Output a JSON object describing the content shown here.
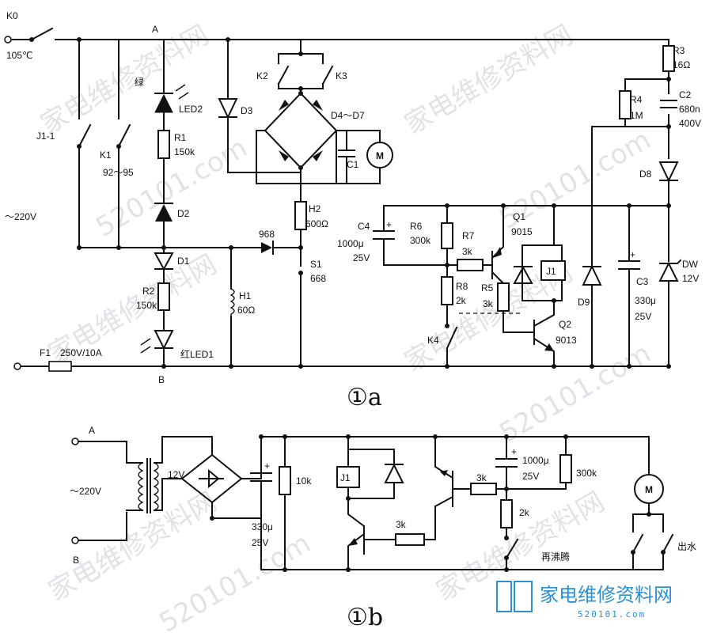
{
  "figure_a": {
    "caption": "①a",
    "labels": {
      "k0": "K0",
      "k0_temp": "105℃",
      "node_a": "A",
      "node_b": "B",
      "j1_1": "J1-1",
      "k1": "K1",
      "k1_range": "92～95",
      "mains": "～220V",
      "green": "绿",
      "led2": "LED2",
      "r1": "R1",
      "r1_val": "150k",
      "d2": "D2",
      "d1": "D1",
      "r2": "R2",
      "r2_val": "150k",
      "led1": "红LED1",
      "fuse": "F1",
      "fuse_val": "250V/10A",
      "d3": "D3",
      "k2": "K2",
      "k3": "K3",
      "d4_d7": "D4～D7",
      "c1": "C1",
      "motor": "M",
      "h2": "H2",
      "h2_val": "600Ω",
      "d968": "968",
      "s1": "S1",
      "s1_val": "668",
      "h1": "H1",
      "h1_val": "60Ω",
      "c4": "C4",
      "c4_val": "1000μ",
      "c4_v": "25V",
      "r6": "R6",
      "r6_val": "300k",
      "r7": "R7",
      "r7_val": "3k",
      "r8": "R8",
      "r8_val": "2k",
      "k4": "K4",
      "q1": "Q1",
      "q1_val": "9015",
      "r5": "R5",
      "r5_val": "3k",
      "j1": "J1",
      "q2": "Q2",
      "q2_val": "9013",
      "d9": "D9",
      "c3": "C3",
      "c3_val": "330μ",
      "c3_v": "25V",
      "dw": "DW",
      "dw_val": "12V",
      "d8": "D8",
      "r3": "R3",
      "r3_val": "16Ω",
      "r4": "R4",
      "r4_val": "1M",
      "c2": "C2",
      "c2_val": "680n",
      "c2_v": "400V",
      "plus": "+"
    }
  },
  "figure_b": {
    "caption": "①b",
    "labels": {
      "node_a": "A",
      "node_b": "B",
      "mains": "～220V",
      "v12": "12V",
      "c_val": "330μ",
      "c_v": "25V",
      "r10k": "10k",
      "j1": "J1",
      "r3k_a": "3k",
      "r3k_b": "3k",
      "c1000": "1000μ",
      "c1000_v": "25V",
      "r300k": "300k",
      "r2k": "2k",
      "reboil": "再沸腾",
      "motor": "M",
      "water_out": "出水",
      "plus": "+"
    }
  },
  "watermark": {
    "site_cn": "家电维修资料网",
    "site_url": "520101.com"
  },
  "logo": {
    "name": "家电维修资料网",
    "url": "520101.com"
  },
  "colors": {
    "ink": "#111111",
    "logo_blue": "#2b8fd4",
    "watermark_gray": "#c8ccd4"
  }
}
